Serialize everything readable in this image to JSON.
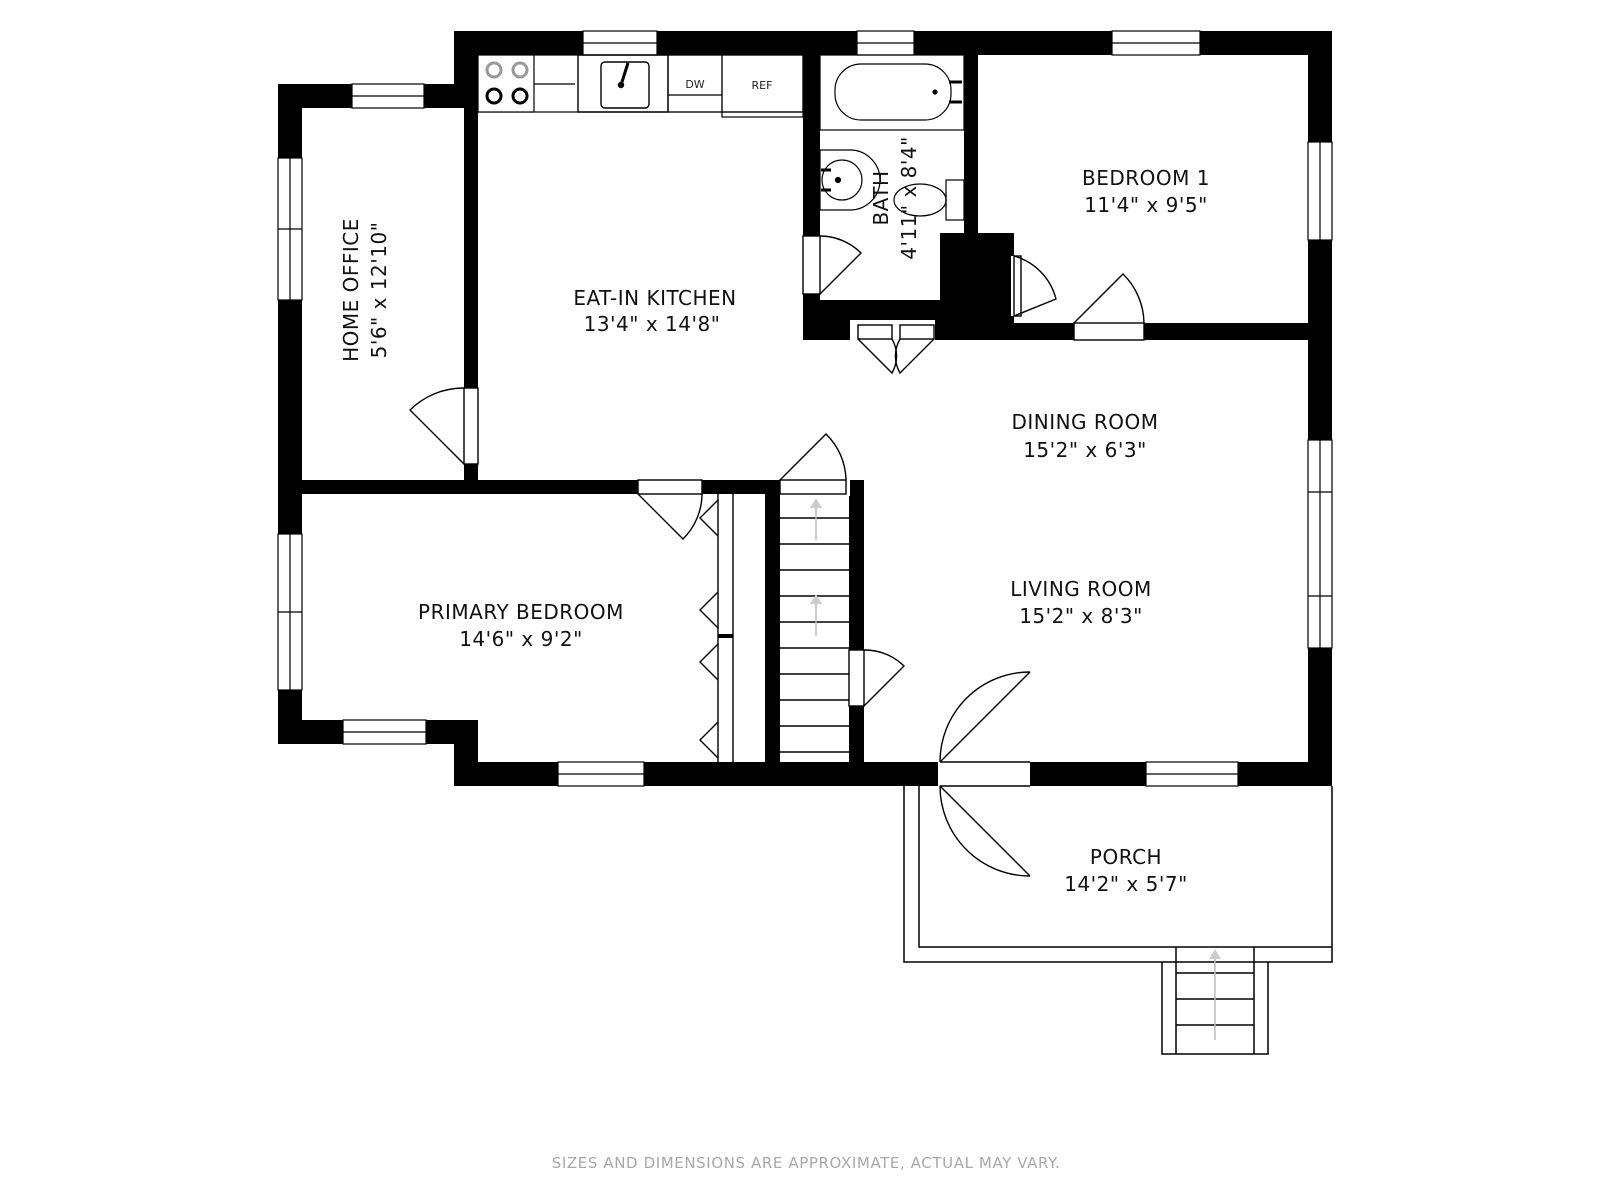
{
  "rooms": {
    "home_office": {
      "name": "HOME OFFICE",
      "dims": "5'6\" x 12'10\""
    },
    "kitchen": {
      "name": "EAT-IN KITCHEN",
      "dims": "13'4\" x 14'8\""
    },
    "bath": {
      "name": "BATH",
      "dims": "4'11\" x 8'4\""
    },
    "bedroom1": {
      "name": "BEDROOM 1",
      "dims": "11'4\" x 9'5\""
    },
    "dining": {
      "name": "DINING ROOM",
      "dims": "15'2\" x 6'3\""
    },
    "living": {
      "name": "LIVING ROOM",
      "dims": "15'2\" x 8'3\""
    },
    "primary": {
      "name": "PRIMARY BEDROOM",
      "dims": "14'6\" x 9'2\""
    },
    "porch": {
      "name": "PORCH",
      "dims": "14'2\" x 5'7\""
    }
  },
  "appliances": {
    "dishwasher": "DW",
    "refrigerator": "REF"
  },
  "footer": {
    "disclaimer": "SIZES AND DIMENSIONS ARE APPROXIMATE, ACTUAL MAY VARY."
  },
  "colors": {
    "wall": "#000000",
    "text": "#111111",
    "disclaimer": "#a8a8a8"
  }
}
